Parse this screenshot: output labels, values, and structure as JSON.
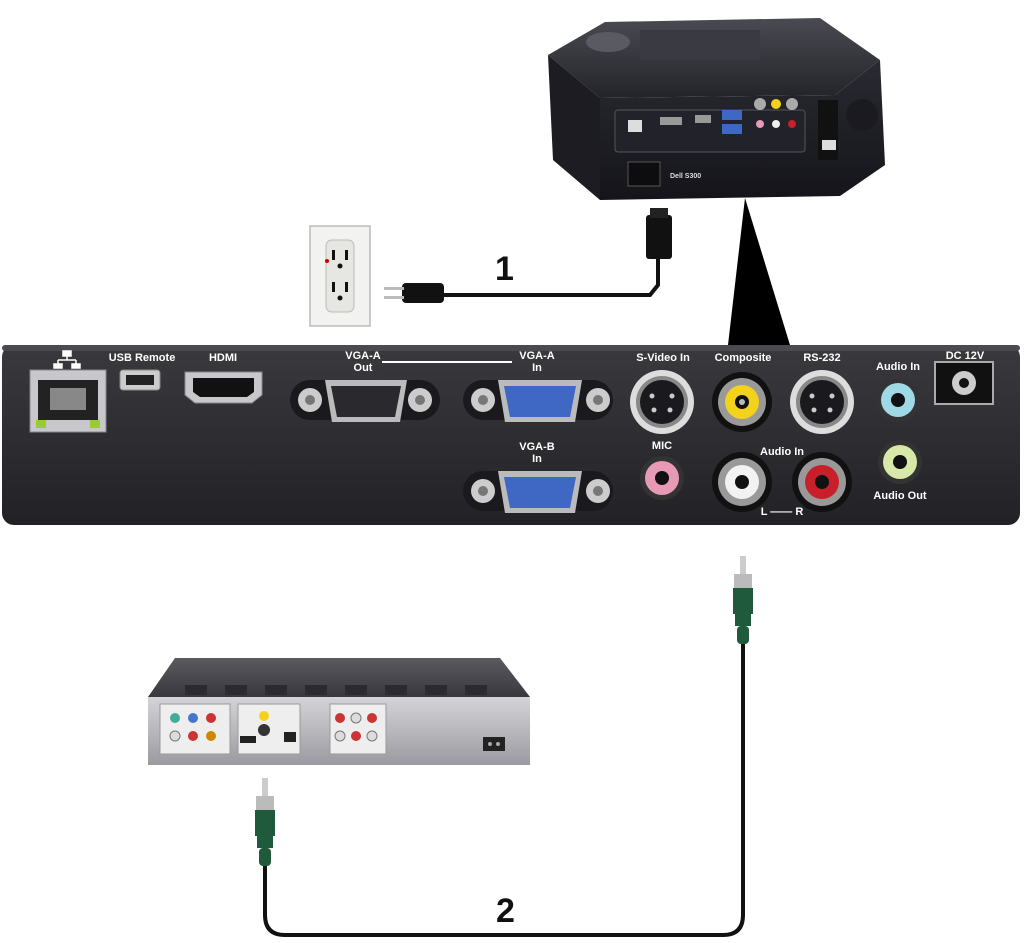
{
  "callouts": {
    "one": "1",
    "two": "2"
  },
  "projector": {
    "model": "Dell S300"
  },
  "panel": {
    "usb_remote": "USB Remote",
    "hdmi": "HDMI",
    "vga_a_out_1": "VGA-A",
    "vga_a_out_2": "Out",
    "vga_a_in_1": "VGA-A",
    "vga_a_in_2": "In",
    "vga_b_in_1": "VGA-B",
    "vga_b_in_2": "In",
    "svideo_in": "S-Video In",
    "composite": "Composite",
    "rs232": "RS-232",
    "audio_in_top": "Audio In",
    "dc12v": "DC 12V",
    "mic": "MIC",
    "audio_in_lr": "Audio In",
    "lr": "L —— R",
    "audio_out": "Audio Out"
  },
  "colors": {
    "panel": "#2b2b2e",
    "vga": "#3f67c4",
    "composite_yellow": "#f2d21a",
    "mic_pink": "#e79ab5",
    "audio_in_blue": "#9fd9e6",
    "audio_out_green": "#d8e8a8",
    "rca_red": "#c8202a",
    "cable_green": "#1f5a3c"
  }
}
